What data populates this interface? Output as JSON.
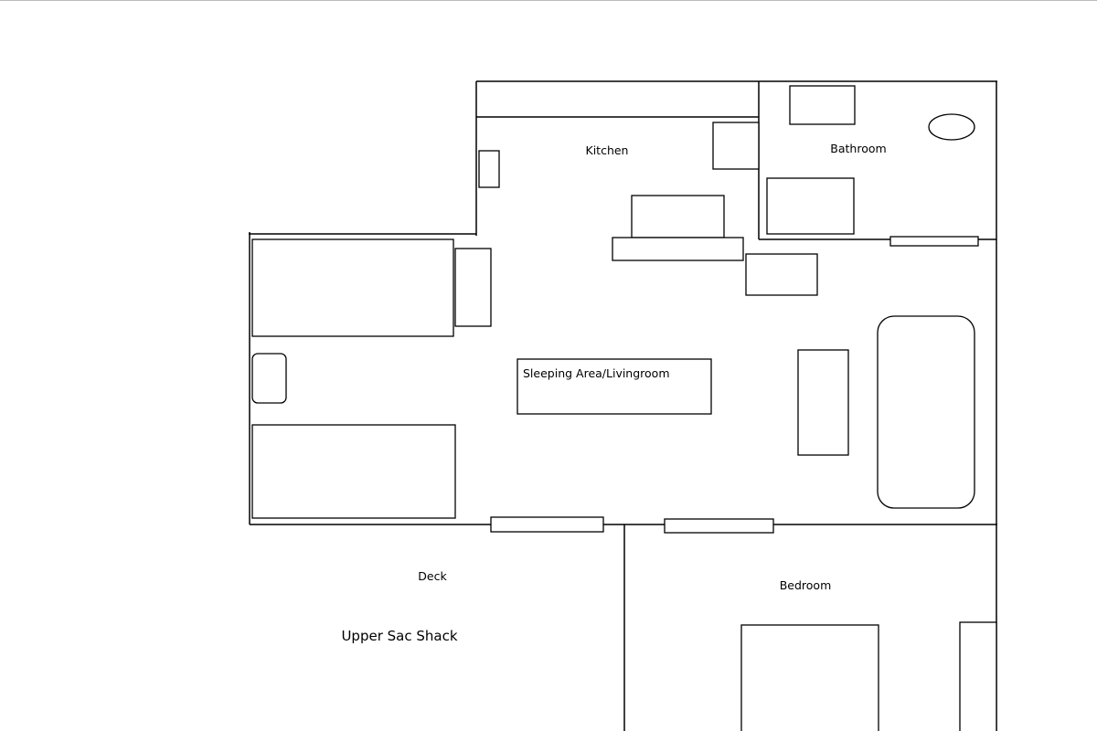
{
  "plan": {
    "title": "Upper Sac Shack",
    "rooms": {
      "kitchen": "Kitchen",
      "bathroom": "Bathroom",
      "living": "Sleeping Area/Livingroom",
      "deck": "Deck",
      "bedroom": "Bedroom"
    }
  }
}
